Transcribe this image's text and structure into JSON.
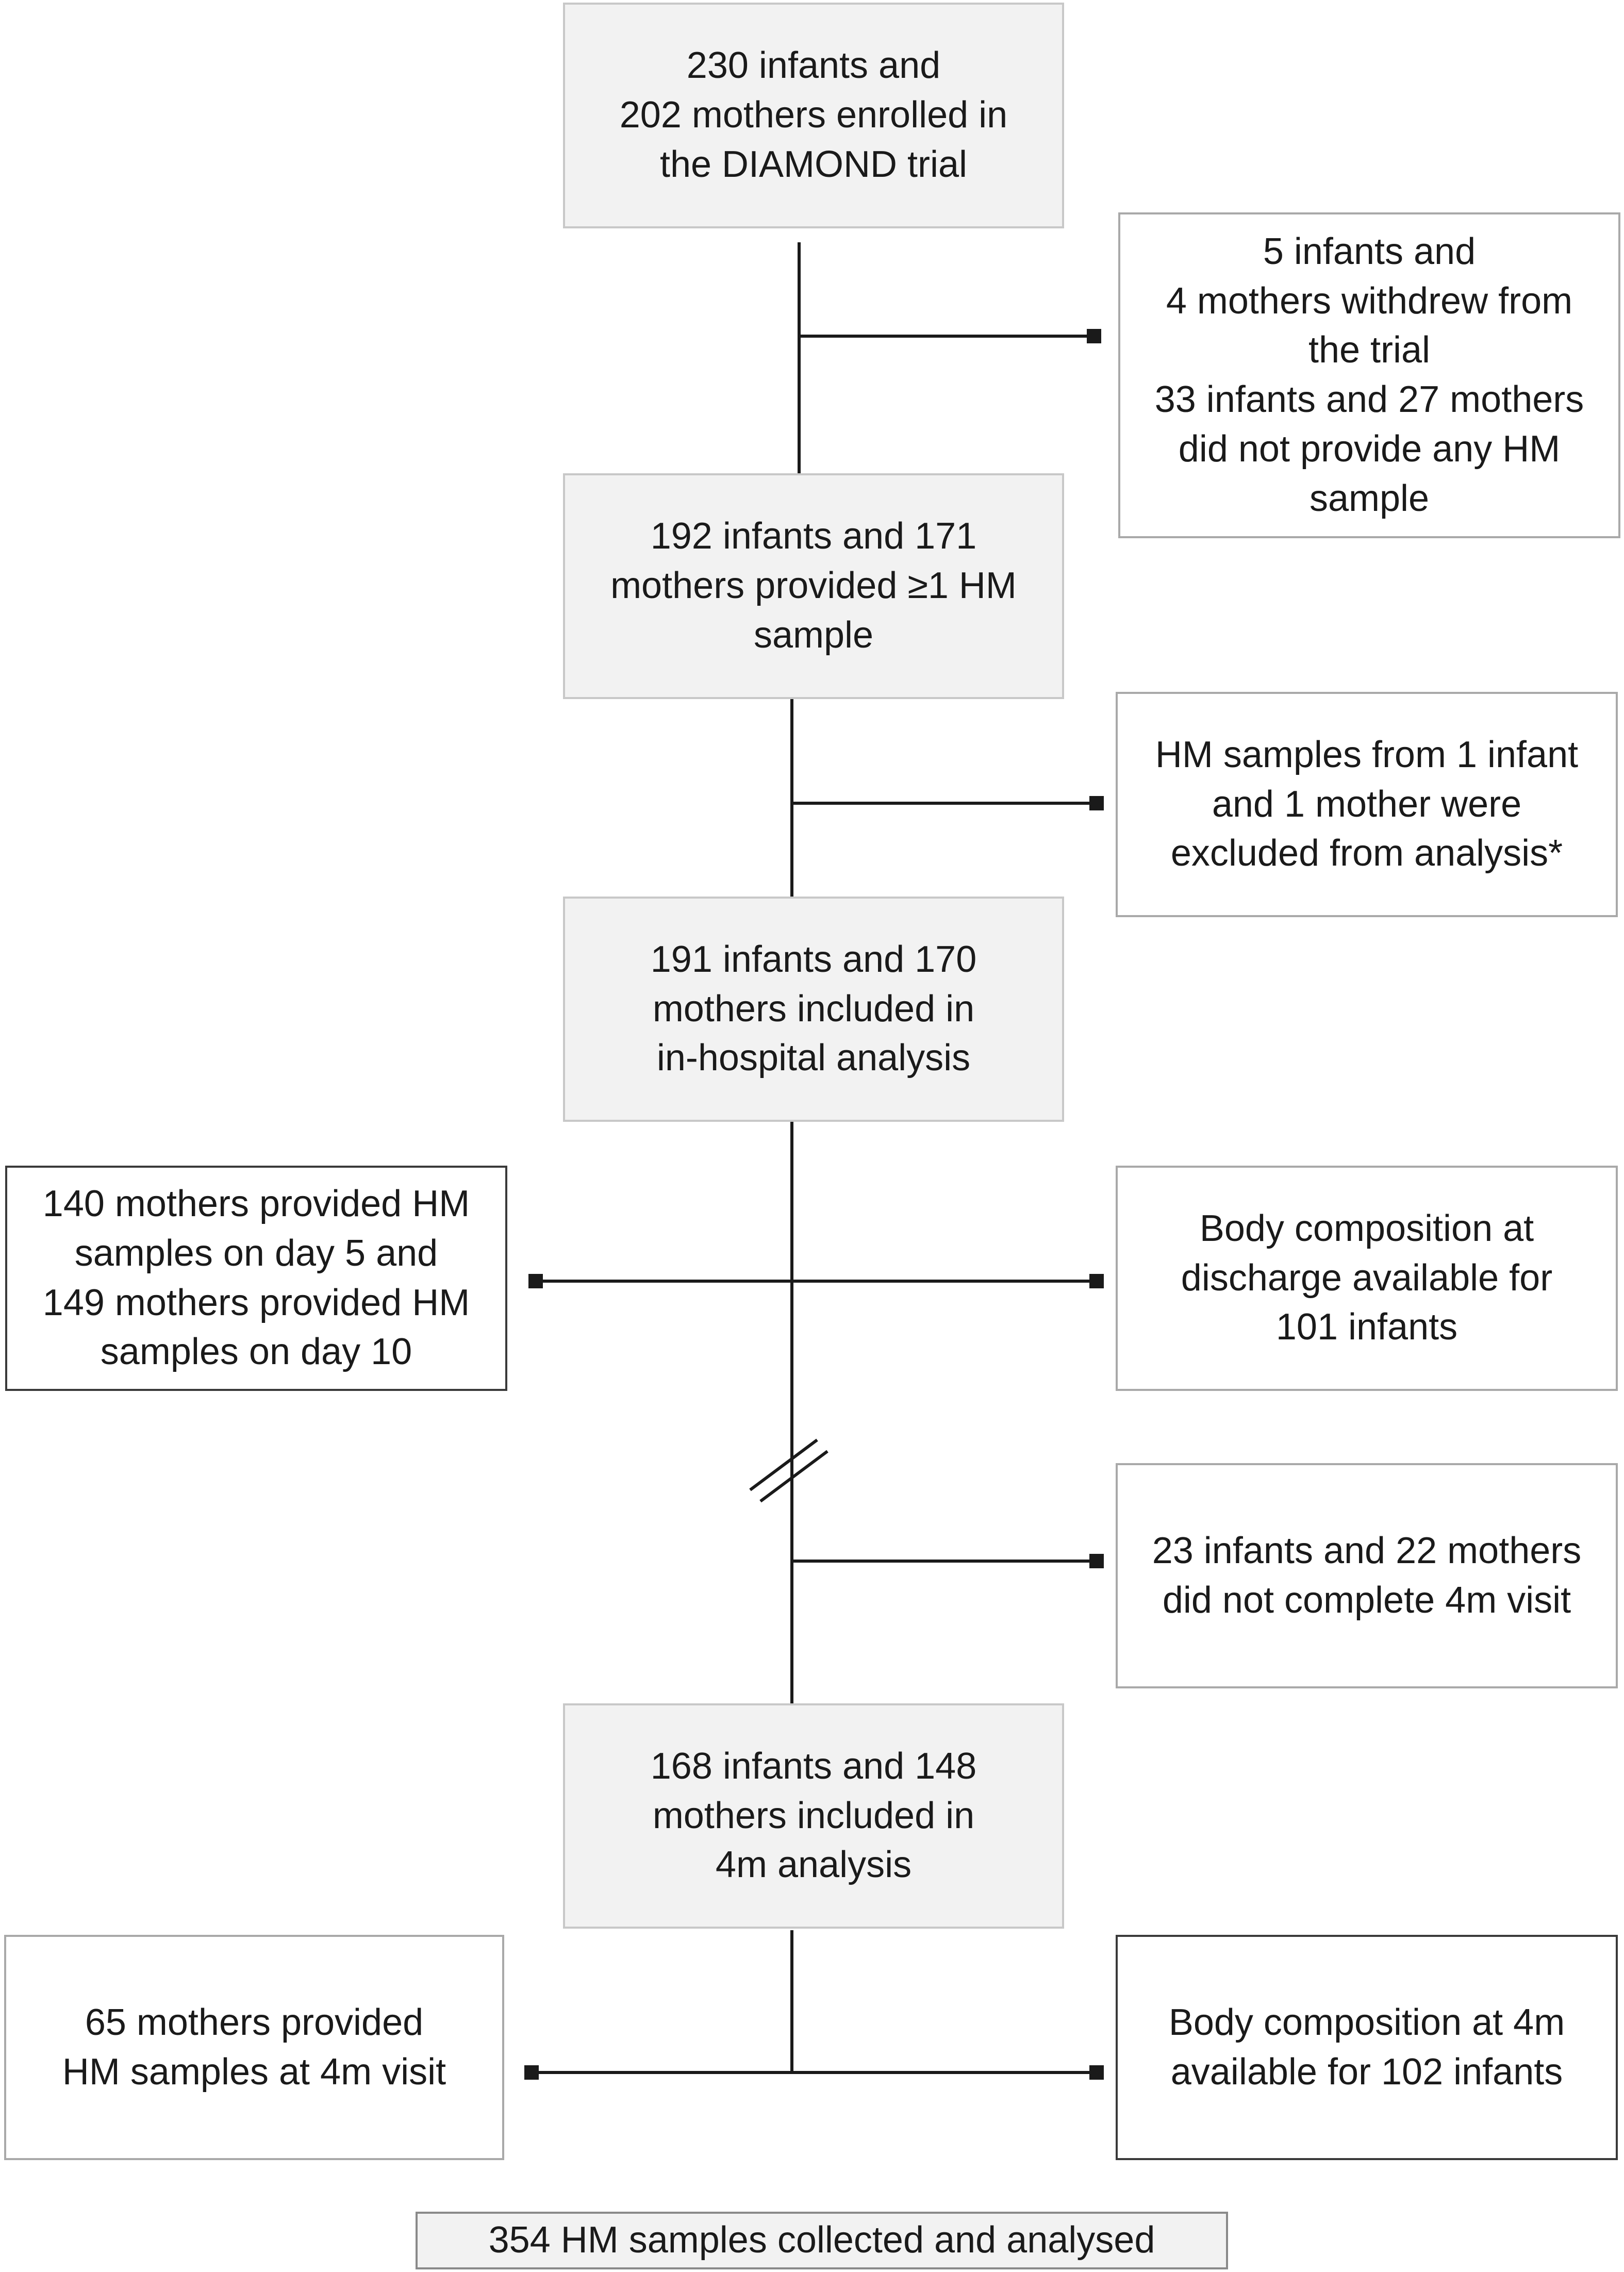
{
  "boxes": {
    "enrolled": "230 infants and\n202 mothers enrolled in\nthe DIAMOND trial",
    "withdrew": "5 infants and\n4 mothers withdrew from\nthe trial\n33 infants and 27 mothers\ndid not provide any HM\nsample",
    "provided": "192 infants and 171\nmothers provided ≥1 HM\nsample",
    "excluded": "HM samples from 1 infant\nand 1 mother were\nexcluded from analysis*",
    "in_hospital": "191 infants and 170\nmothers included in\nin-hospital analysis",
    "day5_day10": "140 mothers provided HM\nsamples on day 5 and\n149 mothers provided HM\nsamples on day 10",
    "body_comp_discharge": "Body composition at\ndischarge available for\n101 infants",
    "not_complete_4m": "23 infants and 22 mothers\ndid not complete 4m visit",
    "analysis_4m": "168 infants and 148\nmothers included in\n4m analysis",
    "hm_4m": "65 mothers provided\nHM samples at 4m visit",
    "body_comp_4m": "Body composition at 4m\navailable for 102 infants",
    "total": "354 HM samples collected and analysed"
  }
}
